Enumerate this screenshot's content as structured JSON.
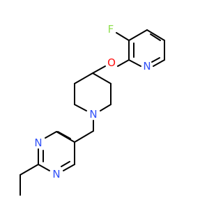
{
  "molecule": {
    "colors": {
      "bond": "#000000",
      "N": "#3050F8",
      "O": "#FF0D0D",
      "F": "#90E050"
    },
    "atoms": [
      {
        "id": "n-pyridine",
        "symbol": "N",
        "label": "N",
        "element": "N"
      },
      {
        "id": "o-ether",
        "symbol": "O",
        "label": "O",
        "element": "O"
      },
      {
        "id": "f-fluoro",
        "symbol": "F",
        "label": "F",
        "element": "F"
      },
      {
        "id": "n-piperidine",
        "symbol": "N",
        "label": "N",
        "element": "N"
      },
      {
        "id": "n-pyrimidine-1",
        "symbol": "N",
        "label": "N",
        "element": "N"
      },
      {
        "id": "n-pyrimidine-2",
        "symbol": "N",
        "label": "N",
        "element": "N"
      }
    ]
  }
}
